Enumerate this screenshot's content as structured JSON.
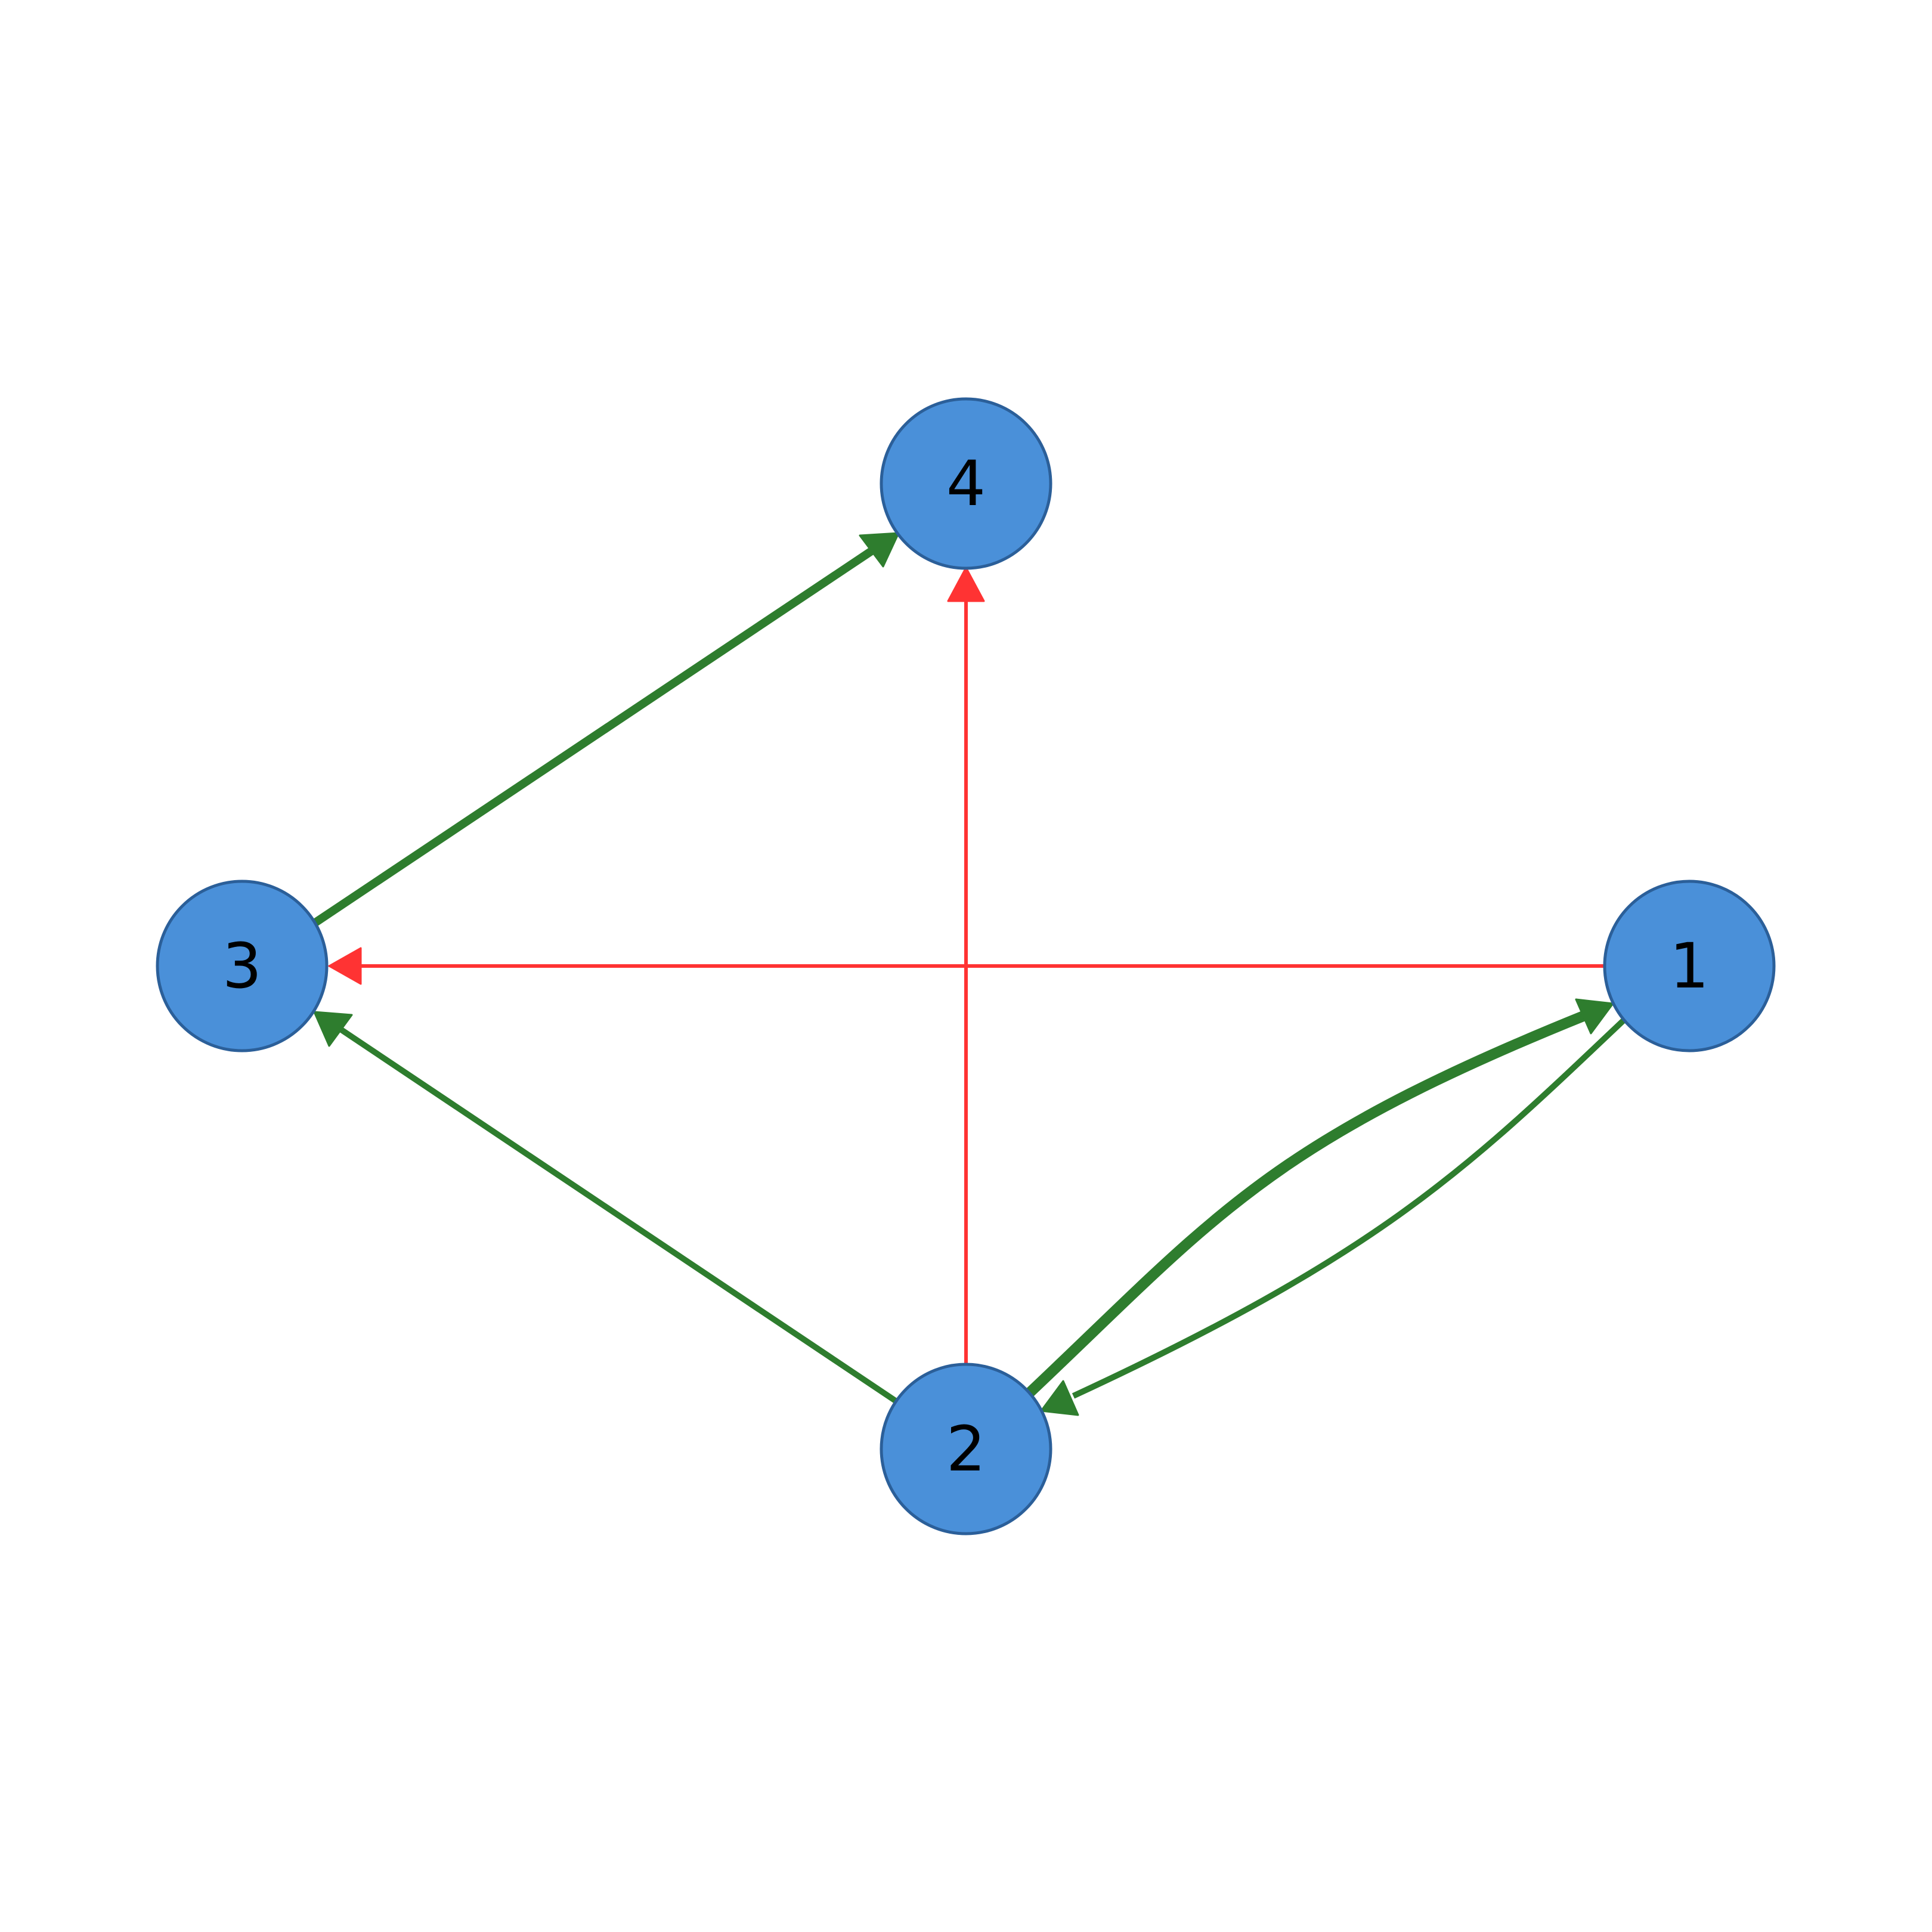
{
  "graph": {
    "directed": true,
    "colors": {
      "positive": "#2e7d2e",
      "negative": "#ff3333",
      "node_fill": "#4a90d9",
      "node_stroke": "#2b5f99"
    },
    "nodes": [
      {
        "id": "1",
        "label": "1"
      },
      {
        "id": "2",
        "label": "2"
      },
      {
        "id": "3",
        "label": "3"
      },
      {
        "id": "4",
        "label": "4"
      }
    ],
    "edges": [
      {
        "source": "3",
        "target": "4",
        "sign": "positive",
        "weight": "medium"
      },
      {
        "source": "2",
        "target": "4",
        "sign": "negative",
        "weight": "thin"
      },
      {
        "source": "1",
        "target": "3",
        "sign": "negative",
        "weight": "thin"
      },
      {
        "source": "2",
        "target": "3",
        "sign": "positive",
        "weight": "thin"
      },
      {
        "source": "2",
        "target": "1",
        "sign": "positive",
        "weight": "thick"
      },
      {
        "source": "1",
        "target": "2",
        "sign": "positive",
        "weight": "thin"
      }
    ]
  }
}
